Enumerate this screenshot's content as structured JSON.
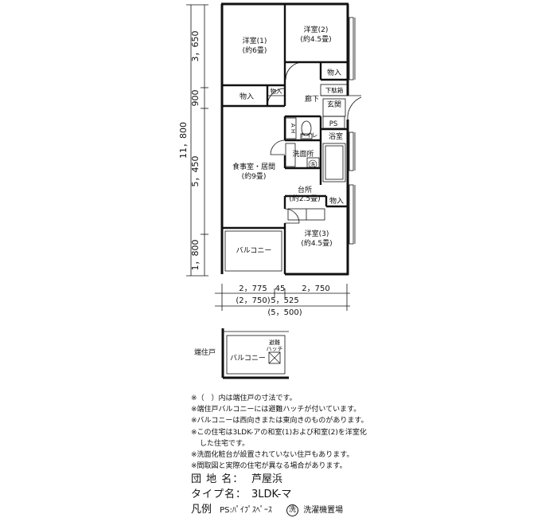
{
  "rooms": {
    "bedroom1": {
      "name": "洋室(1)",
      "size": "(約6畳)"
    },
    "bedroom2": {
      "name": "洋室(2)",
      "size": "(約4.5畳)"
    },
    "bedroom3": {
      "name": "洋室(3)",
      "size": "(約4.5畳)"
    },
    "living": {
      "name": "食事室・居間",
      "size": "(約9畳)"
    },
    "kitchen": {
      "name": "台所",
      "size": "(約2.5畳)"
    },
    "hallway": "廊下",
    "entrance": "玄関",
    "shoe_box": "下駄箱",
    "bath": "浴室",
    "toilet": "トイレ",
    "washroom": "洗面所",
    "washer_mark": "洗",
    "ps": "PS",
    "ah": "A H",
    "storage": "物入",
    "balcony": "バルコニー"
  },
  "dimensions": {
    "total_height": "11，800",
    "vertical": [
      "3，650",
      "900",
      "5，450",
      "1，800"
    ],
    "horizontal": {
      "left": "2，775",
      "gap": "45",
      "right": "2，750",
      "left_end": "(2，750)",
      "total": "5，525",
      "total_end": "(5，500)"
    }
  },
  "end_unit": {
    "label": "端住戸",
    "balcony": "バルコニー",
    "hatch": "避難\nハッチ"
  },
  "notes": [
    "※（　）内は端住戸の寸法です。",
    "※端住戸バルコニーには避難ハッチが付いています。",
    "※バルコニーは西向きまたは東向きのものがあります。",
    "※この住宅は3LDK-アの和室(1)および和室(2)を洋室化",
    "した住宅です。",
    "※洗面化粧台が設置されていない住戸もあります。",
    "※間取図と実際の住宅が異なる場合があります。"
  ],
  "info": {
    "complex_label": "団 地 名：",
    "complex_value": "芦屋浜",
    "type_label": "タイプ名：",
    "type_value": "3LDK-マ",
    "legend_label": "凡例",
    "legend_ps": "PS:ﾊﾟｲﾌﾟｽﾍﾟｰｽ",
    "legend_wash_symbol": "洗",
    "legend_wash": "洗濯機置場"
  }
}
